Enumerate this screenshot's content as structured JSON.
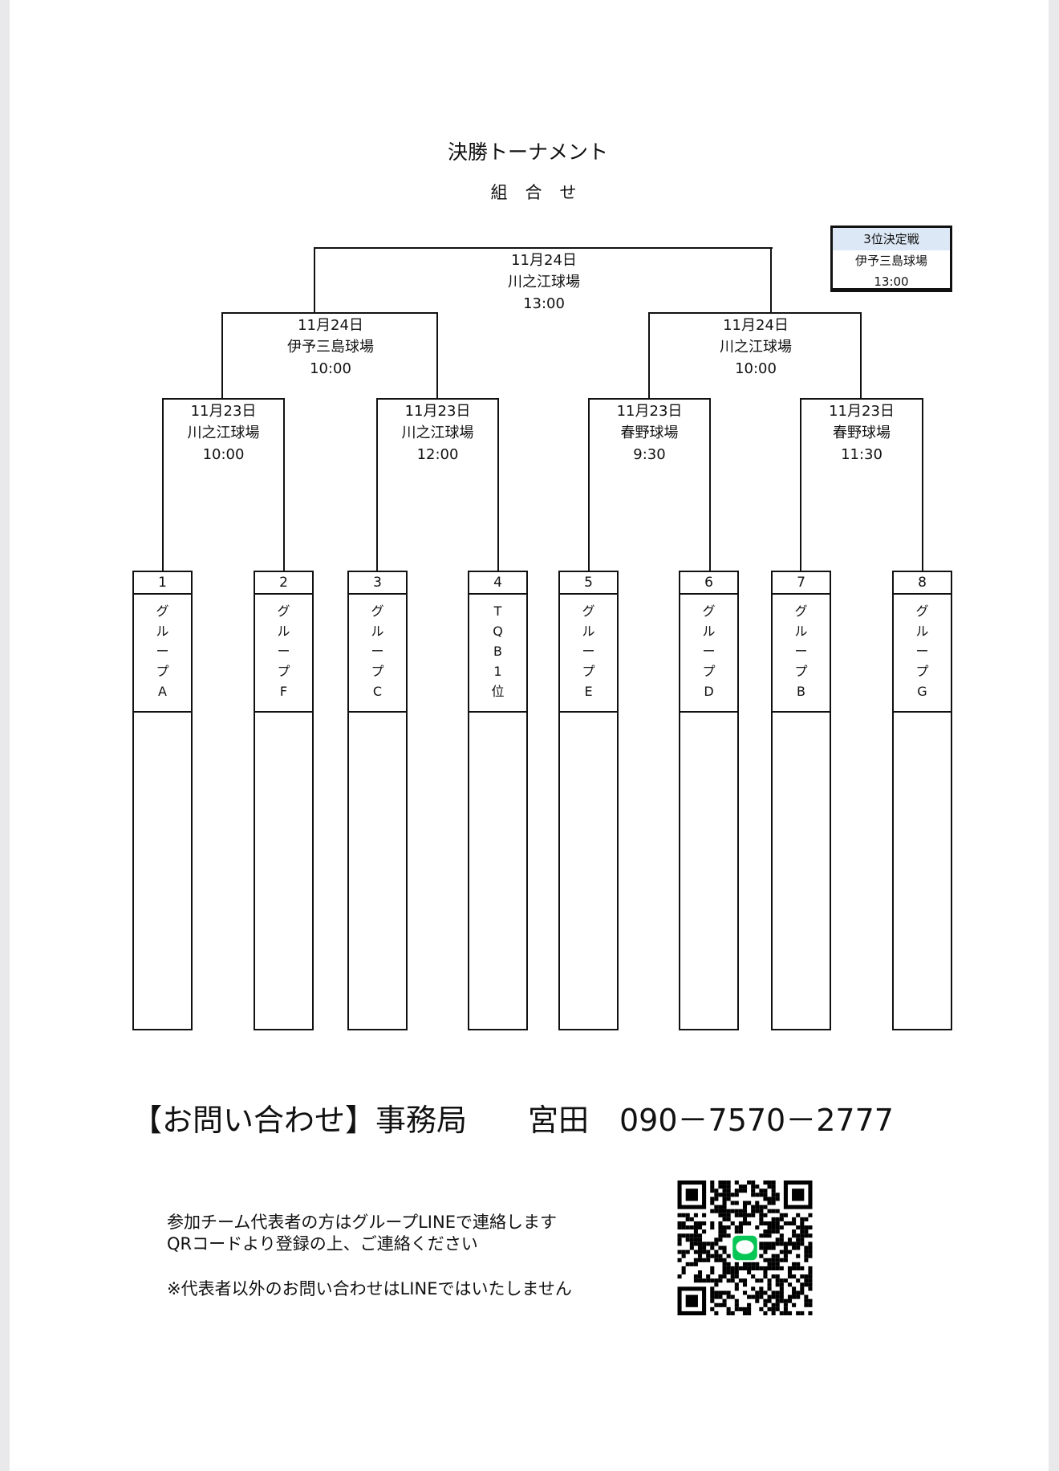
{
  "title": "決勝トーナメント",
  "subtitle": "組合せ",
  "third_place": {
    "title": "3位決定戦",
    "venue": "伊予三島球場",
    "time": "13:00"
  },
  "final": {
    "date": "11月24日",
    "venue": "川之江球場",
    "time": "13:00"
  },
  "semis": [
    {
      "date": "11月24日",
      "venue": "伊予三島球場",
      "time": "10:00"
    },
    {
      "date": "11月24日",
      "venue": "川之江球場",
      "time": "10:00"
    }
  ],
  "quarters": [
    {
      "date": "11月23日",
      "venue": "川之江球場",
      "time": "10:00"
    },
    {
      "date": "11月23日",
      "venue": "川之江球場",
      "time": "12:00"
    },
    {
      "date": "11月23日",
      "venue": "春野球場",
      "time": "9:30"
    },
    {
      "date": "11月23日",
      "venue": "春野球場",
      "time": "11:30"
    }
  ],
  "teams": [
    {
      "num": "1",
      "name": "グループA"
    },
    {
      "num": "2",
      "name": "グループF"
    },
    {
      "num": "3",
      "name": "グループC"
    },
    {
      "num": "4",
      "name": "TQB1位"
    },
    {
      "num": "5",
      "name": "グループE"
    },
    {
      "num": "6",
      "name": "グループD"
    },
    {
      "num": "7",
      "name": "グループB"
    },
    {
      "num": "8",
      "name": "グループG"
    }
  ],
  "contact": "【お問い合わせ】事務局　　宮田　090－7570－2777",
  "notes": [
    "参加チーム代表者の方はグループLINEで連絡します",
    "QRコードより登録の上、ご連絡ください",
    "※代表者以外のお問い合わせはLINEではいたしません"
  ],
  "qr": {
    "icon": "line-logo-icon",
    "accent": "#06c755"
  }
}
